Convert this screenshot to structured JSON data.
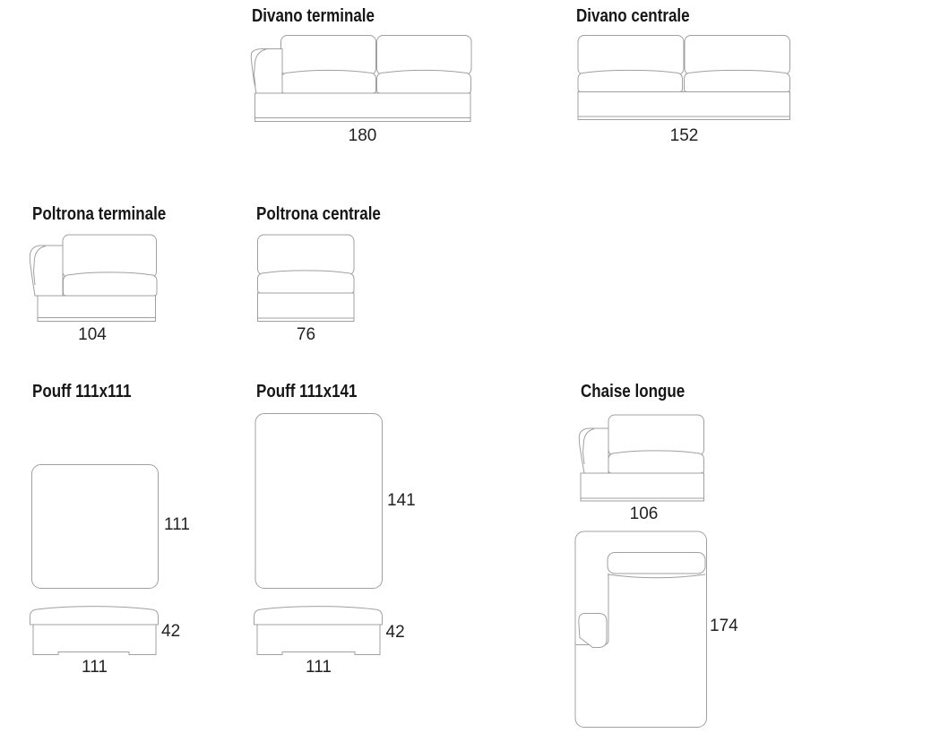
{
  "colors": {
    "background": "#ffffff",
    "line": "#a0a0a0",
    "text": "#161616"
  },
  "figures": {
    "divano_terminale": {
      "title": "Divano terminale",
      "width_cm": "180"
    },
    "divano_centrale": {
      "title": "Divano centrale",
      "width_cm": "152"
    },
    "poltrona_terminale": {
      "title": "Poltrona terminale",
      "width_cm": "104"
    },
    "poltrona_centrale": {
      "title": "Poltrona centrale",
      "width_cm": "76"
    },
    "pouff_111x111": {
      "title": "Pouff 111x111",
      "top_view_depth_cm": "111",
      "front_height_cm": "42",
      "front_width_cm": "111"
    },
    "pouff_111x141": {
      "title": "Pouff 111x141",
      "top_view_depth_cm": "141",
      "front_height_cm": "42",
      "front_width_cm": "111"
    },
    "chaise_longue": {
      "title": "Chaise longue",
      "front_width_cm": "106",
      "top_view_length_cm": "174"
    }
  }
}
